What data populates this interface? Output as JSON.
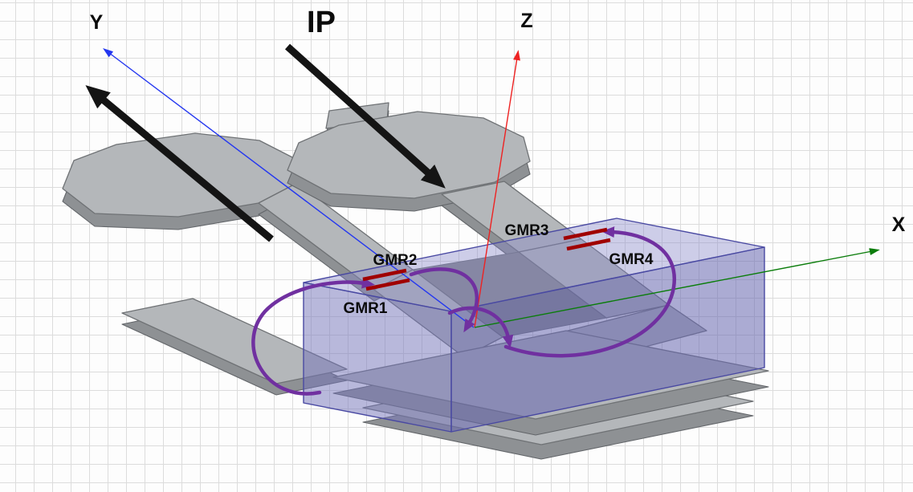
{
  "viewport": {
    "ip_label": "IP",
    "axes": {
      "x": {
        "label": "X",
        "line_color": "#0b7d0b",
        "label_color": "#00662e"
      },
      "y": {
        "label": "Y",
        "line_color": "#2437f0",
        "label_color": "#3b9bff"
      },
      "z": {
        "label": "Z",
        "line_color": "#ee2222",
        "label_color": "#f21d1d"
      }
    },
    "gmr_sensors": [
      {
        "label": "GMR1"
      },
      {
        "label": "GMR2"
      },
      {
        "label": "GMR3"
      },
      {
        "label": "GMR4"
      }
    ],
    "colors": {
      "busbar_top": "#b4b7ba",
      "busbar_side": "#8e9194",
      "busbar_edge": "#6f7275",
      "slot_floor": "#87898c",
      "die_fill": "#8080c4",
      "die_edge": "#4949a2",
      "field_arrow": "#7030a0",
      "gmr_mark": "#a00000",
      "current_arrow": "#141414",
      "grid_line": "#dcdcdc",
      "background": "#fdfdfd"
    }
  }
}
